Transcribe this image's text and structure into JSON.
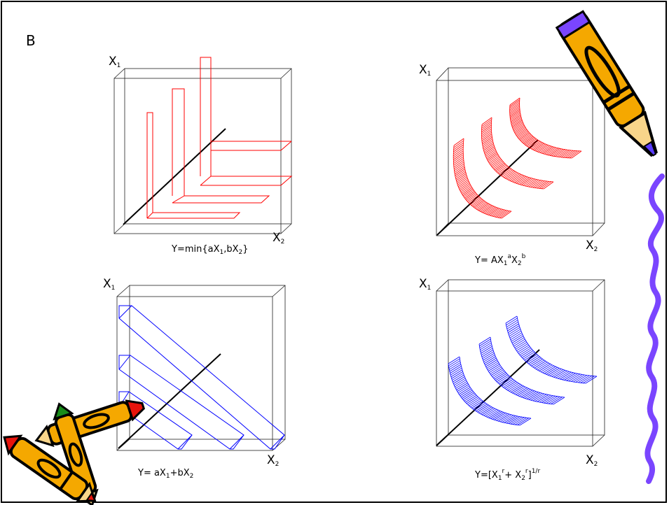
{
  "slide": {
    "letter": "B",
    "panels": [
      {
        "id": "leontief",
        "y_axis": {
          "base": "X",
          "sub": "1"
        },
        "x_axis": {
          "base": "X",
          "sub": "2"
        },
        "formula": {
          "prefix": "Y=min{aX",
          "s1": "1",
          "mid": ",bX",
          "s2": "2",
          "suffix": "}"
        }
      },
      {
        "id": "cobb-douglas",
        "y_axis": {
          "base": "X",
          "sub": "1"
        },
        "x_axis": {
          "base": "X",
          "sub": "2"
        },
        "formula": {
          "prefix": "Y= AX",
          "s1": "1",
          "p1": "a",
          "mid": "X",
          "s2": "2",
          "p2": "b"
        }
      },
      {
        "id": "linear",
        "y_axis": {
          "base": "X",
          "sub": "1"
        },
        "x_axis": {
          "base": "X",
          "sub": "2"
        },
        "formula": {
          "prefix": "Y= aX",
          "s1": "1",
          "mid": "+bX",
          "s2": "2"
        }
      },
      {
        "id": "ces",
        "y_axis": {
          "base": "X",
          "sub": "1"
        },
        "x_axis": {
          "base": "X",
          "sub": "2"
        },
        "formula": {
          "prefix": "Y=[X",
          "s1": "1",
          "p1": "r",
          "mid": "+ X",
          "s2": "2",
          "p2": "r",
          "suffix": "]",
          "p3": "1/r"
        }
      }
    ]
  },
  "colors": {
    "red_isoquant": "#ff0000",
    "blue_isoquant": "#0000ff",
    "purple_wave": "#7a45ff",
    "crayon_body": "#f5a800",
    "crayon_red": "#e8140c",
    "crayon_green": "#1a8c1a",
    "crayon_blue": "#5a3cff"
  },
  "icons": [
    "crayon-icon",
    "crayon-pair-icon",
    "wavy-line-decoration"
  ]
}
